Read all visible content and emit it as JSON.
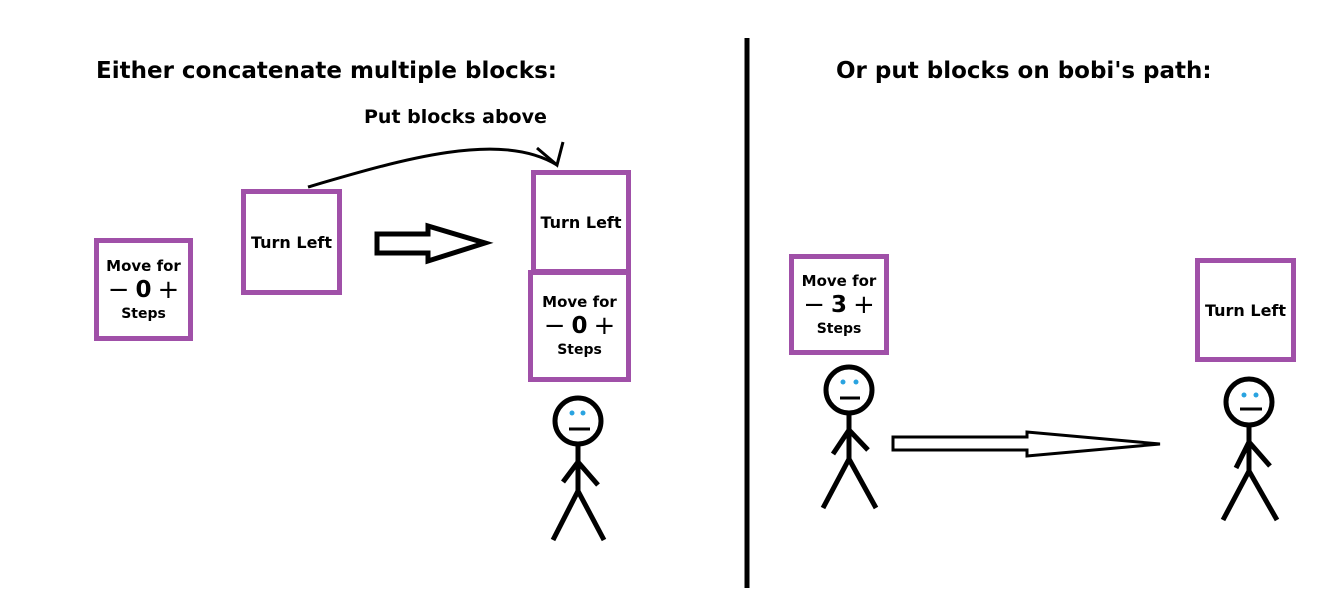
{
  "left_panel": {
    "heading": "Either concatenate multiple blocks:",
    "annotation": "Put blocks above",
    "move_block": {
      "label": "Move for",
      "minus": "−",
      "value": "0",
      "plus": "+",
      "unit": "Steps"
    },
    "turn_block": {
      "label": "Turn Left"
    },
    "stack": {
      "top": {
        "label": "Turn Left"
      },
      "bottom": {
        "label": "Move for",
        "minus": "−",
        "value": "0",
        "plus": "+",
        "unit": "Steps"
      }
    }
  },
  "right_panel": {
    "heading": "Or put blocks on bobi's path:",
    "move_block": {
      "label": "Move for",
      "minus": "−",
      "value": "3",
      "plus": "+",
      "unit": "Steps"
    },
    "turn_block": {
      "label": "Turn Left"
    }
  },
  "colors": {
    "block_border": "#a050a8",
    "eyes": "#29a3e0",
    "ink": "#000000"
  },
  "icons": [
    "stick-figure-robot",
    "arrow-right-icon",
    "curved-arrow-icon"
  ]
}
